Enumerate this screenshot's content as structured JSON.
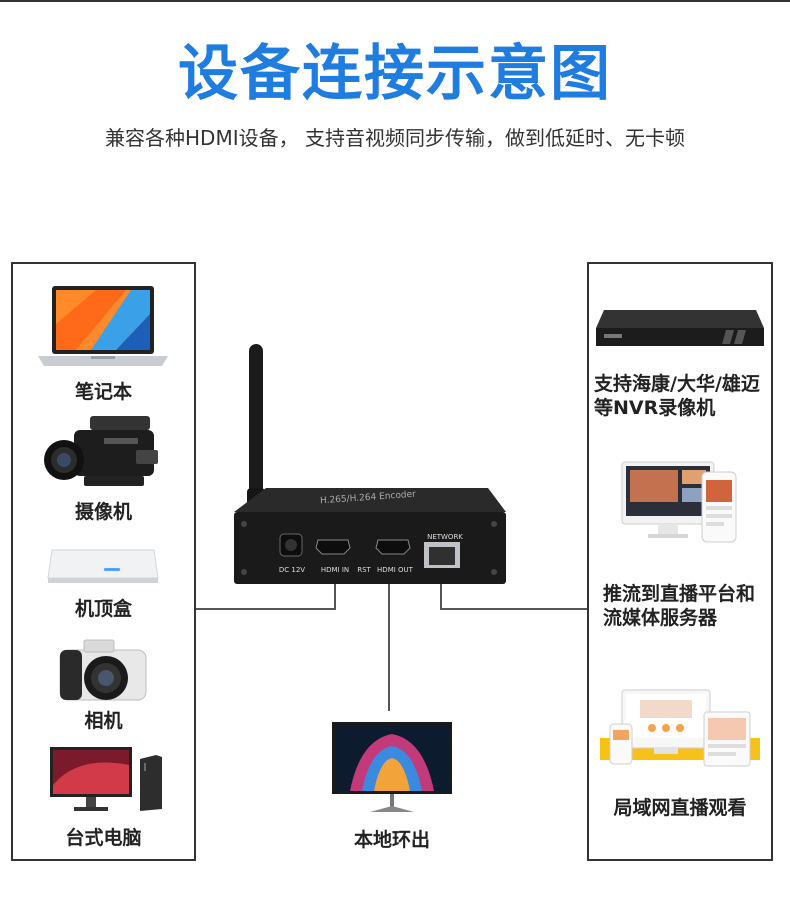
{
  "title": "设备连接示意图",
  "subtitle": "兼容各种HDMI设备，  支持音视频同步传输，做到低延时、无卡顿",
  "left_devices": [
    "笔记本",
    "摄像机",
    "机顶盒",
    "相机",
    "台式电脑"
  ],
  "right_devices": [
    {
      "line1": "支持海康/大华/雄迈",
      "line2": "等NVR录像机"
    },
    {
      "line1": "推流到直播平台和",
      "line2": "流媒体服务器"
    },
    {
      "line1": "局域网直播观看",
      "line2": ""
    }
  ],
  "bottom_device": "本地环出",
  "encoder": {
    "name": "H.265/H.264 Encoder",
    "ports": [
      "DC 12V",
      "HDMI IN",
      "RST",
      "HDMI OUT",
      "NETWORK"
    ]
  },
  "colors": {
    "title": "#1f7de0",
    "border": "#333333",
    "device": "#1a1a1a"
  }
}
